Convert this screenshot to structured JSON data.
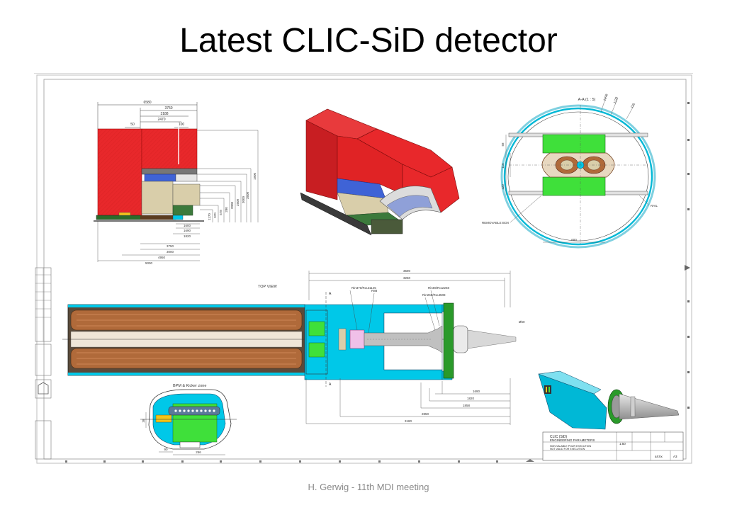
{
  "slide": {
    "title": "Latest CLIC-SiD detector",
    "footer": "H. Gerwig - 11th MDI meeting"
  },
  "drawing": {
    "section_label": "A-A (1 : 5)",
    "top_view_label": "TOP VIEW",
    "zone_label": "BPM & Kicker zone",
    "removable_box_label": "REMOVABLE BOX",
    "rail_label": "RAIL",
    "section_marker": "A",
    "top_dimensions": [
      "6580",
      "3750",
      "3188",
      "2470",
      "50",
      "100"
    ],
    "side_dimensions": [
      "5000",
      "4950",
      "3750",
      "3000",
      "1820",
      "1690",
      "1600",
      "1170",
      "970",
      "578",
      "280",
      "2000",
      "2500",
      "3000",
      "3500",
      "1900"
    ],
    "top_view_dimensions": [
      "3590",
      "3250",
      "Rin370/Rout1145",
      "R88",
      "Rin69/Rout268",
      "Rin268/Rout508",
      "Ø60",
      "1690",
      "1820",
      "1858",
      "2850",
      "3180"
    ],
    "section_dimensions": [
      "1078",
      "1128",
      "118",
      "58",
      "115",
      "120",
      "600"
    ],
    "zone_dimensions": [
      "38",
      "90",
      "256"
    ],
    "title_block": {
      "title_line1": "CLIC (SiD)",
      "title_line2": "ENGINEERING PARAMETERS",
      "note_line1": "NON VALABLE POUR EXECUTION",
      "note_line2": "NOT VALID FOR EXECUTION",
      "scale": "1:50",
      "sheet": "A3",
      "drawing_no": "aXXx"
    },
    "colors": {
      "magnet": "#e8282b",
      "calorimeter": "#d9ceaa",
      "tracker": "#3f63d6",
      "support": "#00c8e8",
      "module": "#3fe03a",
      "coil": "#b06a3a",
      "cone": "#b8b8b8"
    }
  }
}
